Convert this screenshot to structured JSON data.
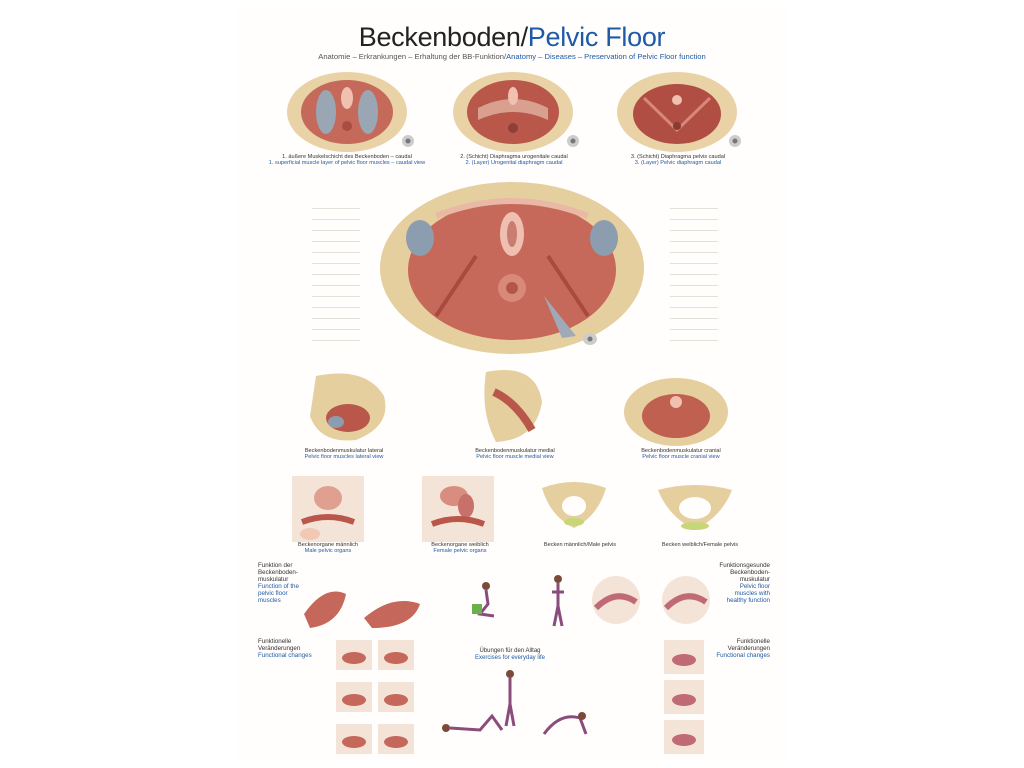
{
  "header": {
    "title_de": "Beckenboden/",
    "title_en": "Pelvic Floor",
    "subtitle_de": "Anatomie – Erkrankungen – Erhaltung der BB-Funktion/",
    "subtitle_en": "Anatomy – Diseases – Preservation of Pelvic Floor function"
  },
  "top_row": [
    {
      "de": "1. äußere Muskelschicht des Beckenboden – caudal",
      "en": "1. superficial muscle layer of pelvic floor muscles – caudal view"
    },
    {
      "de": "2. (Schicht) Diaphragma urogenitale caudal",
      "en": "2. (Layer) Urogenital diaphragm caudal"
    },
    {
      "de": "3. (Schicht) Diaphragma pelvis caudal",
      "en": "3. (Layer) Pelvic diaphragm caudal"
    }
  ],
  "middle_row": [
    {
      "de": "Beckenbodenmuskulatur lateral",
      "en": "Pelvic floor muscles lateral view"
    },
    {
      "de": "Beckenbodenmuskulatur medial",
      "en": "Pelvic floor muscle medial view"
    },
    {
      "de": "Beckenbodenmuskulatur cranial",
      "en": "Pelvic floor muscle cranial view"
    }
  ],
  "organs_row": [
    {
      "de": "Beckenorgane männlich",
      "en": "Male pelvic organs"
    },
    {
      "de": "Beckenorgane weiblich",
      "en": "Female pelvic organs"
    },
    {
      "de": "Becken männlich/",
      "en": "Male pelvis"
    },
    {
      "de": "Becken weiblich/",
      "en": "Female pelvis"
    }
  ],
  "function_left": {
    "de": "Funktion der Beckenboden-muskulatur",
    "en": "Function of the pelvic floor muscles"
  },
  "function_right": {
    "de": "Funktionsgesunde Beckenboden-muskulatur",
    "en": "Pelvic floor muscles with healthy function"
  },
  "changes_left": {
    "de": "Funktionelle Veränderungen",
    "en": "Functional changes"
  },
  "changes_right": {
    "de": "Funktionelle Veränderungen",
    "en": "Functional changes"
  },
  "exercises": {
    "de": "Übungen für den Alltag",
    "en": "Exercises for everyday life"
  },
  "colors": {
    "title_en": "#1f5aa6",
    "muscle": "#b4584a",
    "bone": "#e8d2a6",
    "skin": "#f1c8b4"
  }
}
